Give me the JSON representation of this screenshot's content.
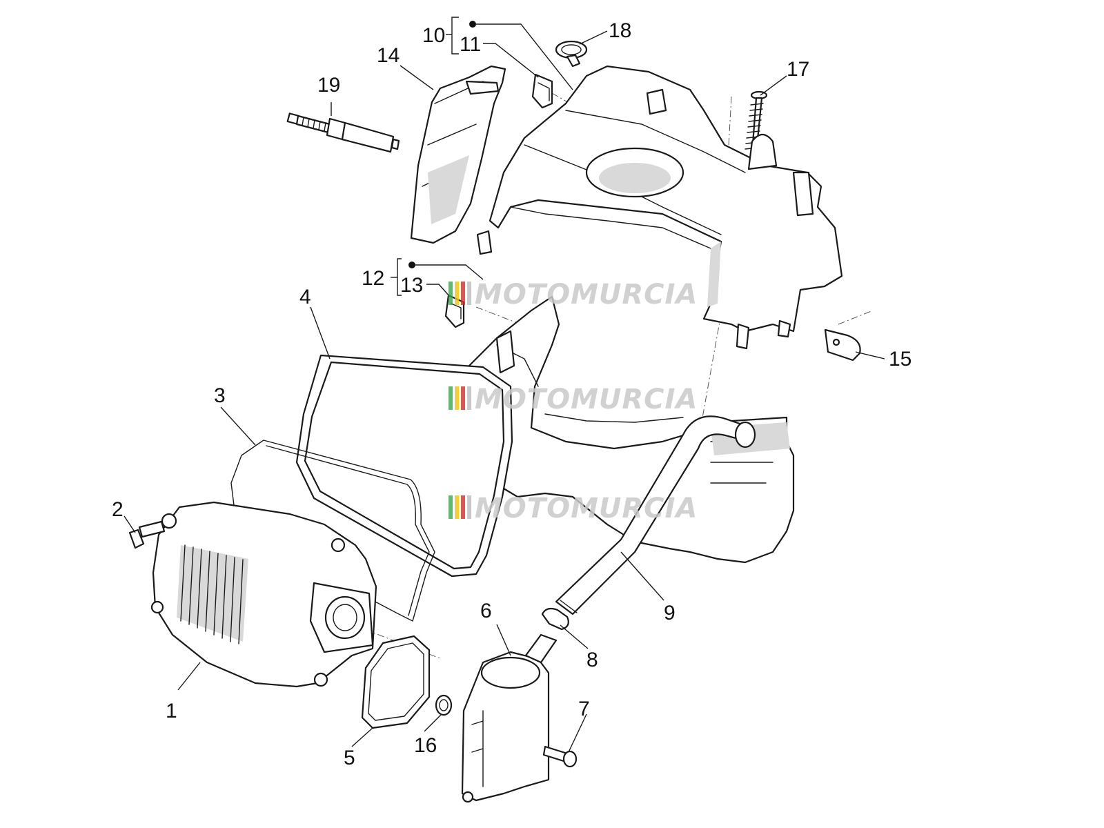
{
  "watermark": {
    "text": "MOTOMURCIA",
    "colors": [
      "#3aa84a",
      "#f2c300",
      "#d62a2a",
      "#bdbdbd"
    ]
  },
  "callouts": [
    "1",
    "2",
    "3",
    "4",
    "5",
    "6",
    "7",
    "8",
    "9",
    "10",
    "11",
    "12",
    "13",
    "14",
    "15",
    "16",
    "17",
    "18",
    "19"
  ],
  "colors": {
    "line": "#1a1a1a",
    "shade": "#d9d9d9",
    "background": "#ffffff"
  }
}
